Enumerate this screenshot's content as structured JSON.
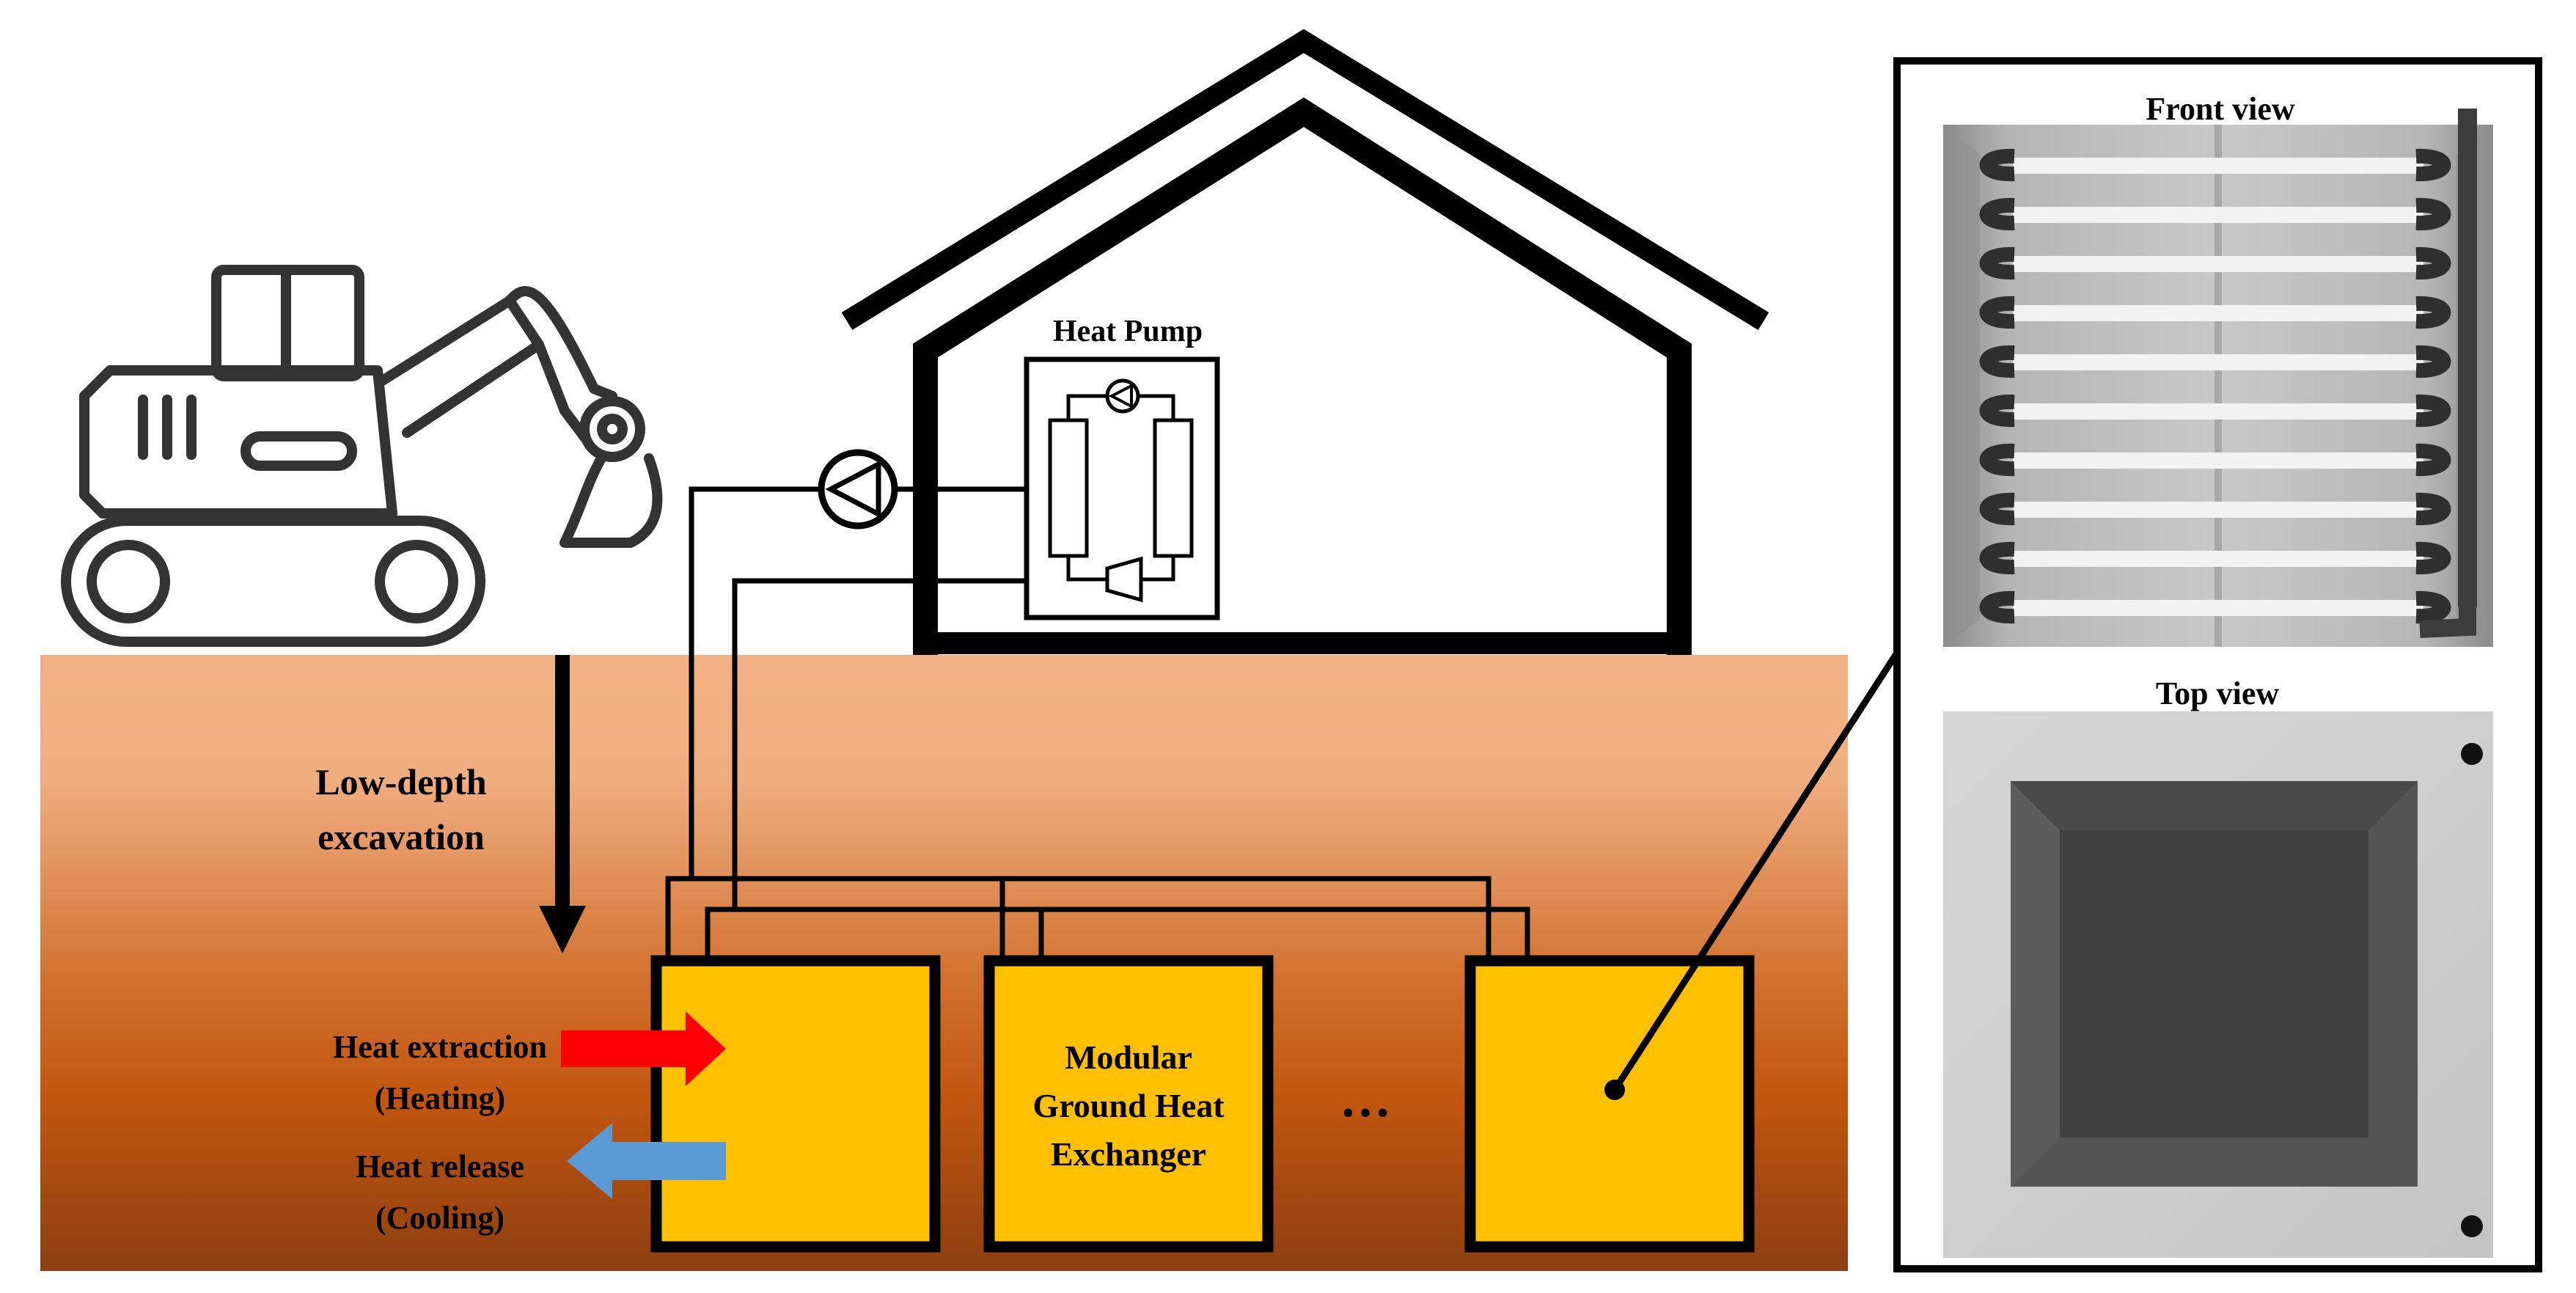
{
  "labels": {
    "heat_pump": "Heat Pump",
    "excavation_line1": "Low-depth",
    "excavation_line2": "excavation",
    "heat_extraction_line1": "Heat extraction",
    "heat_extraction_line2": "(Heating)",
    "heat_release_line1": "Heat release",
    "heat_release_line2": "(Cooling)",
    "module_line1": "Modular",
    "module_line2": "Ground Heat",
    "module_line3": "Exchanger",
    "ellipsis": "…",
    "front_view": "Front view",
    "top_view": "Top view"
  },
  "colors": {
    "soil_top": "#f2b184",
    "soil_mid": "#c9581b",
    "soil_bottom": "#8d3f11",
    "module_fill": "#ffc000",
    "heat_extraction_arrow": "#ff0000",
    "heat_release_arrow": "#5b9bd5",
    "line": "#000000"
  },
  "icons": {
    "excavator": "excavator-icon",
    "circulation_pump": "pump-icon",
    "compressor": "compressor-icon"
  }
}
